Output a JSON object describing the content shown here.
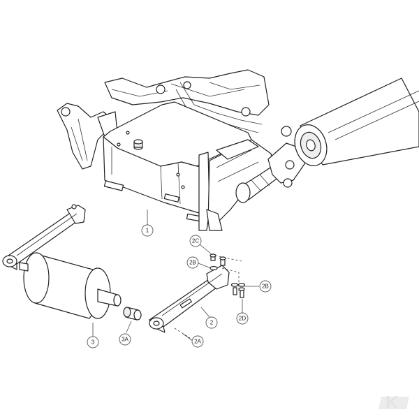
{
  "diagram": {
    "callouts": [
      {
        "id": "c1",
        "label": "1"
      },
      {
        "id": "c2C",
        "label": "2C"
      },
      {
        "id": "c2B_left",
        "label": "2B"
      },
      {
        "id": "c2B_right",
        "label": "2B"
      },
      {
        "id": "c2D",
        "label": "2D"
      },
      {
        "id": "c2",
        "label": "2"
      },
      {
        "id": "c2A",
        "label": "2A"
      },
      {
        "id": "c3",
        "label": "3"
      },
      {
        "id": "c3A",
        "label": "3A"
      }
    ]
  },
  "watermark": {
    "logo": "K"
  }
}
